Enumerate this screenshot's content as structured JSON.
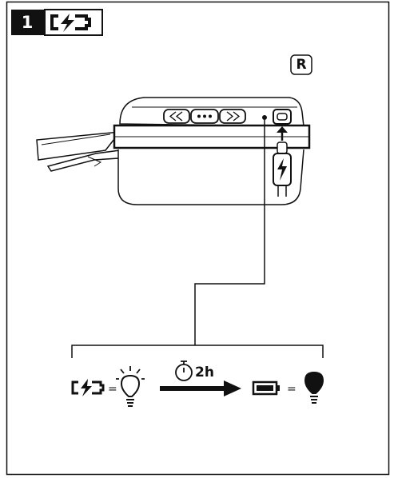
{
  "step": {
    "number": "1",
    "icon": "charging-icon"
  },
  "side_marker": {
    "label": "R"
  },
  "headphone": {
    "buttons": [
      "rewind-button-icon",
      "multifunction-button-icon",
      "fast-forward-button-icon"
    ],
    "port_icon": "usb-c-port-icon",
    "cable_icon": "usb-c-cable-icon",
    "led_icon": "status-led-icon"
  },
  "charging_legend": {
    "charging_icon": "charging-battery-icon",
    "led_state_icon": "led-blinking-icon",
    "timer_icon": "stopwatch-icon",
    "duration": "2h",
    "full_battery_icon": "full-battery-icon",
    "led_off_icon": "led-steady-icon",
    "equals": "="
  },
  "colors": {
    "ink": "#111111",
    "background": "#ffffff"
  }
}
